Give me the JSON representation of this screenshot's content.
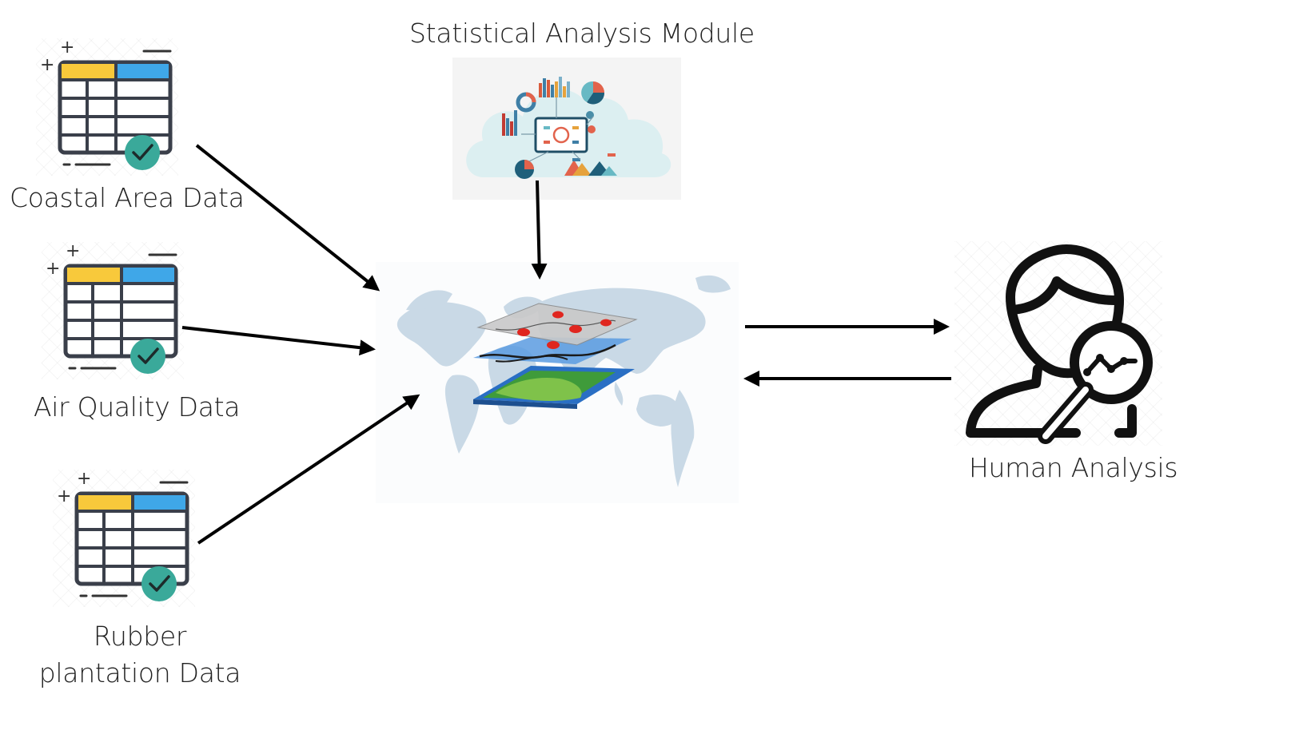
{
  "sources": [
    {
      "label": "Coastal Area Data",
      "icon": "data-table-check-icon"
    },
    {
      "label": "Air Quality Data",
      "icon": "data-table-check-icon"
    },
    {
      "label": "Rubber plantation Data",
      "icon": "data-table-check-icon"
    }
  ],
  "module": {
    "label": "Statistical Analysis Module",
    "icon": "cloud-analytics-icon"
  },
  "hub": {
    "icon": "gis-world-map-layers-icon"
  },
  "analyst": {
    "label": "Human Analysis",
    "icon": "person-magnifier-icon"
  },
  "colors": {
    "table_header_yellow": "#F8C93B",
    "table_header_blue": "#3FA7E8",
    "check_badge": "#3AA99A",
    "map_land": "#C9D9E6",
    "arrow": "#000000"
  }
}
